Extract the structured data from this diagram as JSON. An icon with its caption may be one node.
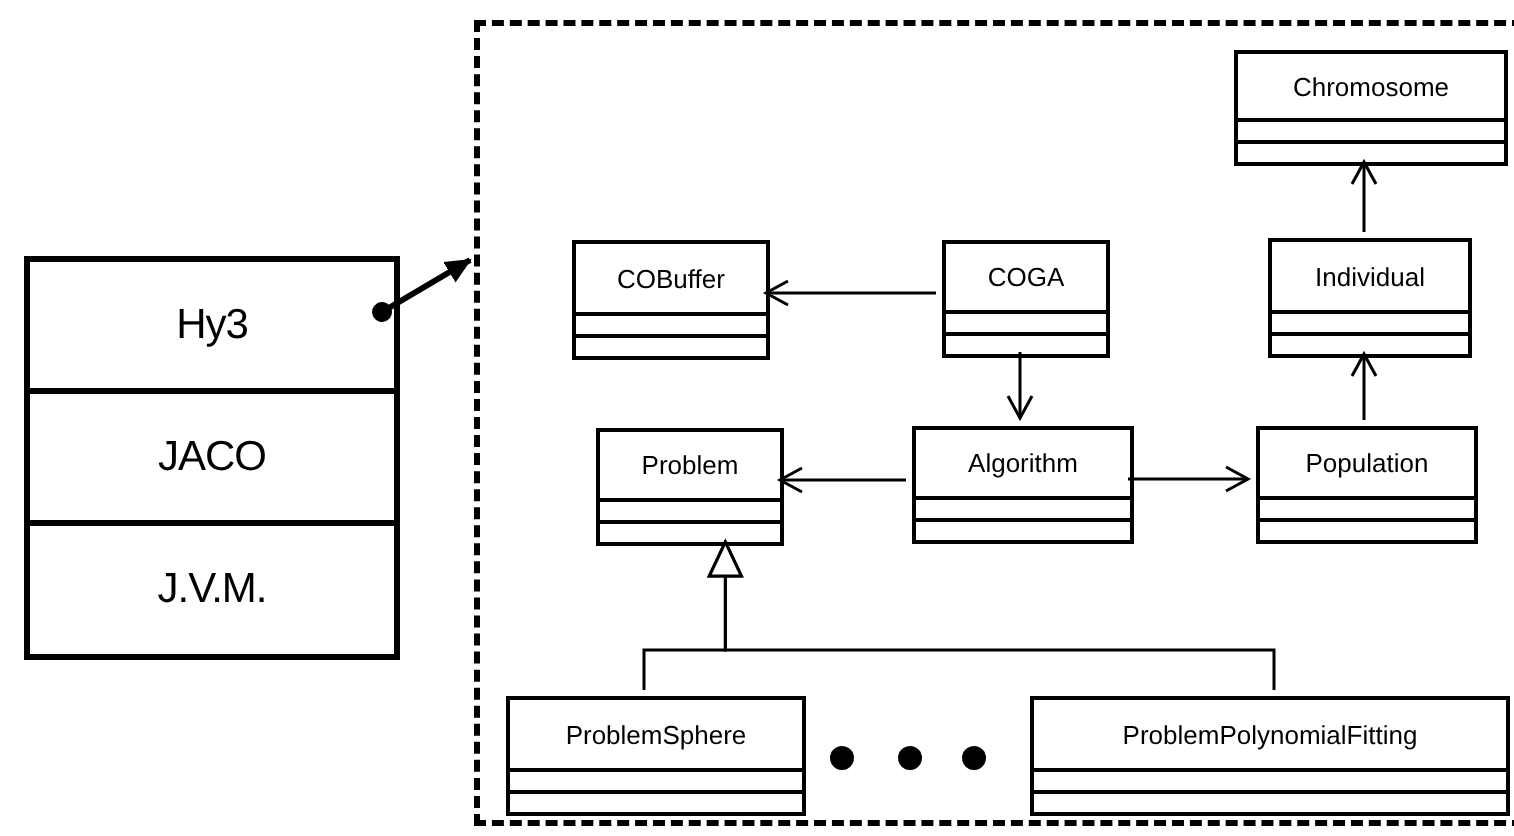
{
  "diagram": {
    "nodes": [
      {
        "text": [
          "Hy3"
        ]
      },
      {
        "text": [
          "JACO"
        ]
      },
      {
        "text": [
          "J.V.M."
        ]
      },
      {
        "text": [],
        "shape": "box"
      },
      {
        "text": [
          "Chromosome"
        ],
        "in": 3
      },
      {
        "text": [
          "COBuffer"
        ],
        "in": 3
      },
      {
        "text": [
          "COGA"
        ],
        "in": 3
      },
      {
        "text": [
          "Individual"
        ],
        "in": 3
      },
      {
        "text": [
          "Problem"
        ],
        "in": 3
      },
      {
        "text": [
          "Algorithm"
        ],
        "in": 3
      },
      {
        "text": [
          "Population"
        ],
        "in": 3
      },
      {
        "text": [
          "ProblemSphere"
        ],
        "in": 3
      },
      {
        "text": [
          "ProblemPolynomialFitting"
        ],
        "in": 3
      }
    ],
    "edges": [
      {
        "from": 0,
        "to": 3,
        "arrow": "to",
        "style": "thick"
      },
      {
        "from": 6,
        "to": 5,
        "arrow": "to"
      },
      {
        "from": 6,
        "to": 9,
        "arrow": "to"
      },
      {
        "from": 9,
        "to": 8,
        "arrow": "to"
      },
      {
        "from": 9,
        "to": 10,
        "arrow": "to"
      },
      {
        "from": 10,
        "to": 7,
        "arrow": "to"
      },
      {
        "from": 7,
        "to": 4,
        "arrow": "to"
      },
      {
        "from": 11,
        "to": 8,
        "arrow": "to"
      },
      {
        "from": 12,
        "to": 8,
        "arrow": "to"
      }
    ]
  }
}
